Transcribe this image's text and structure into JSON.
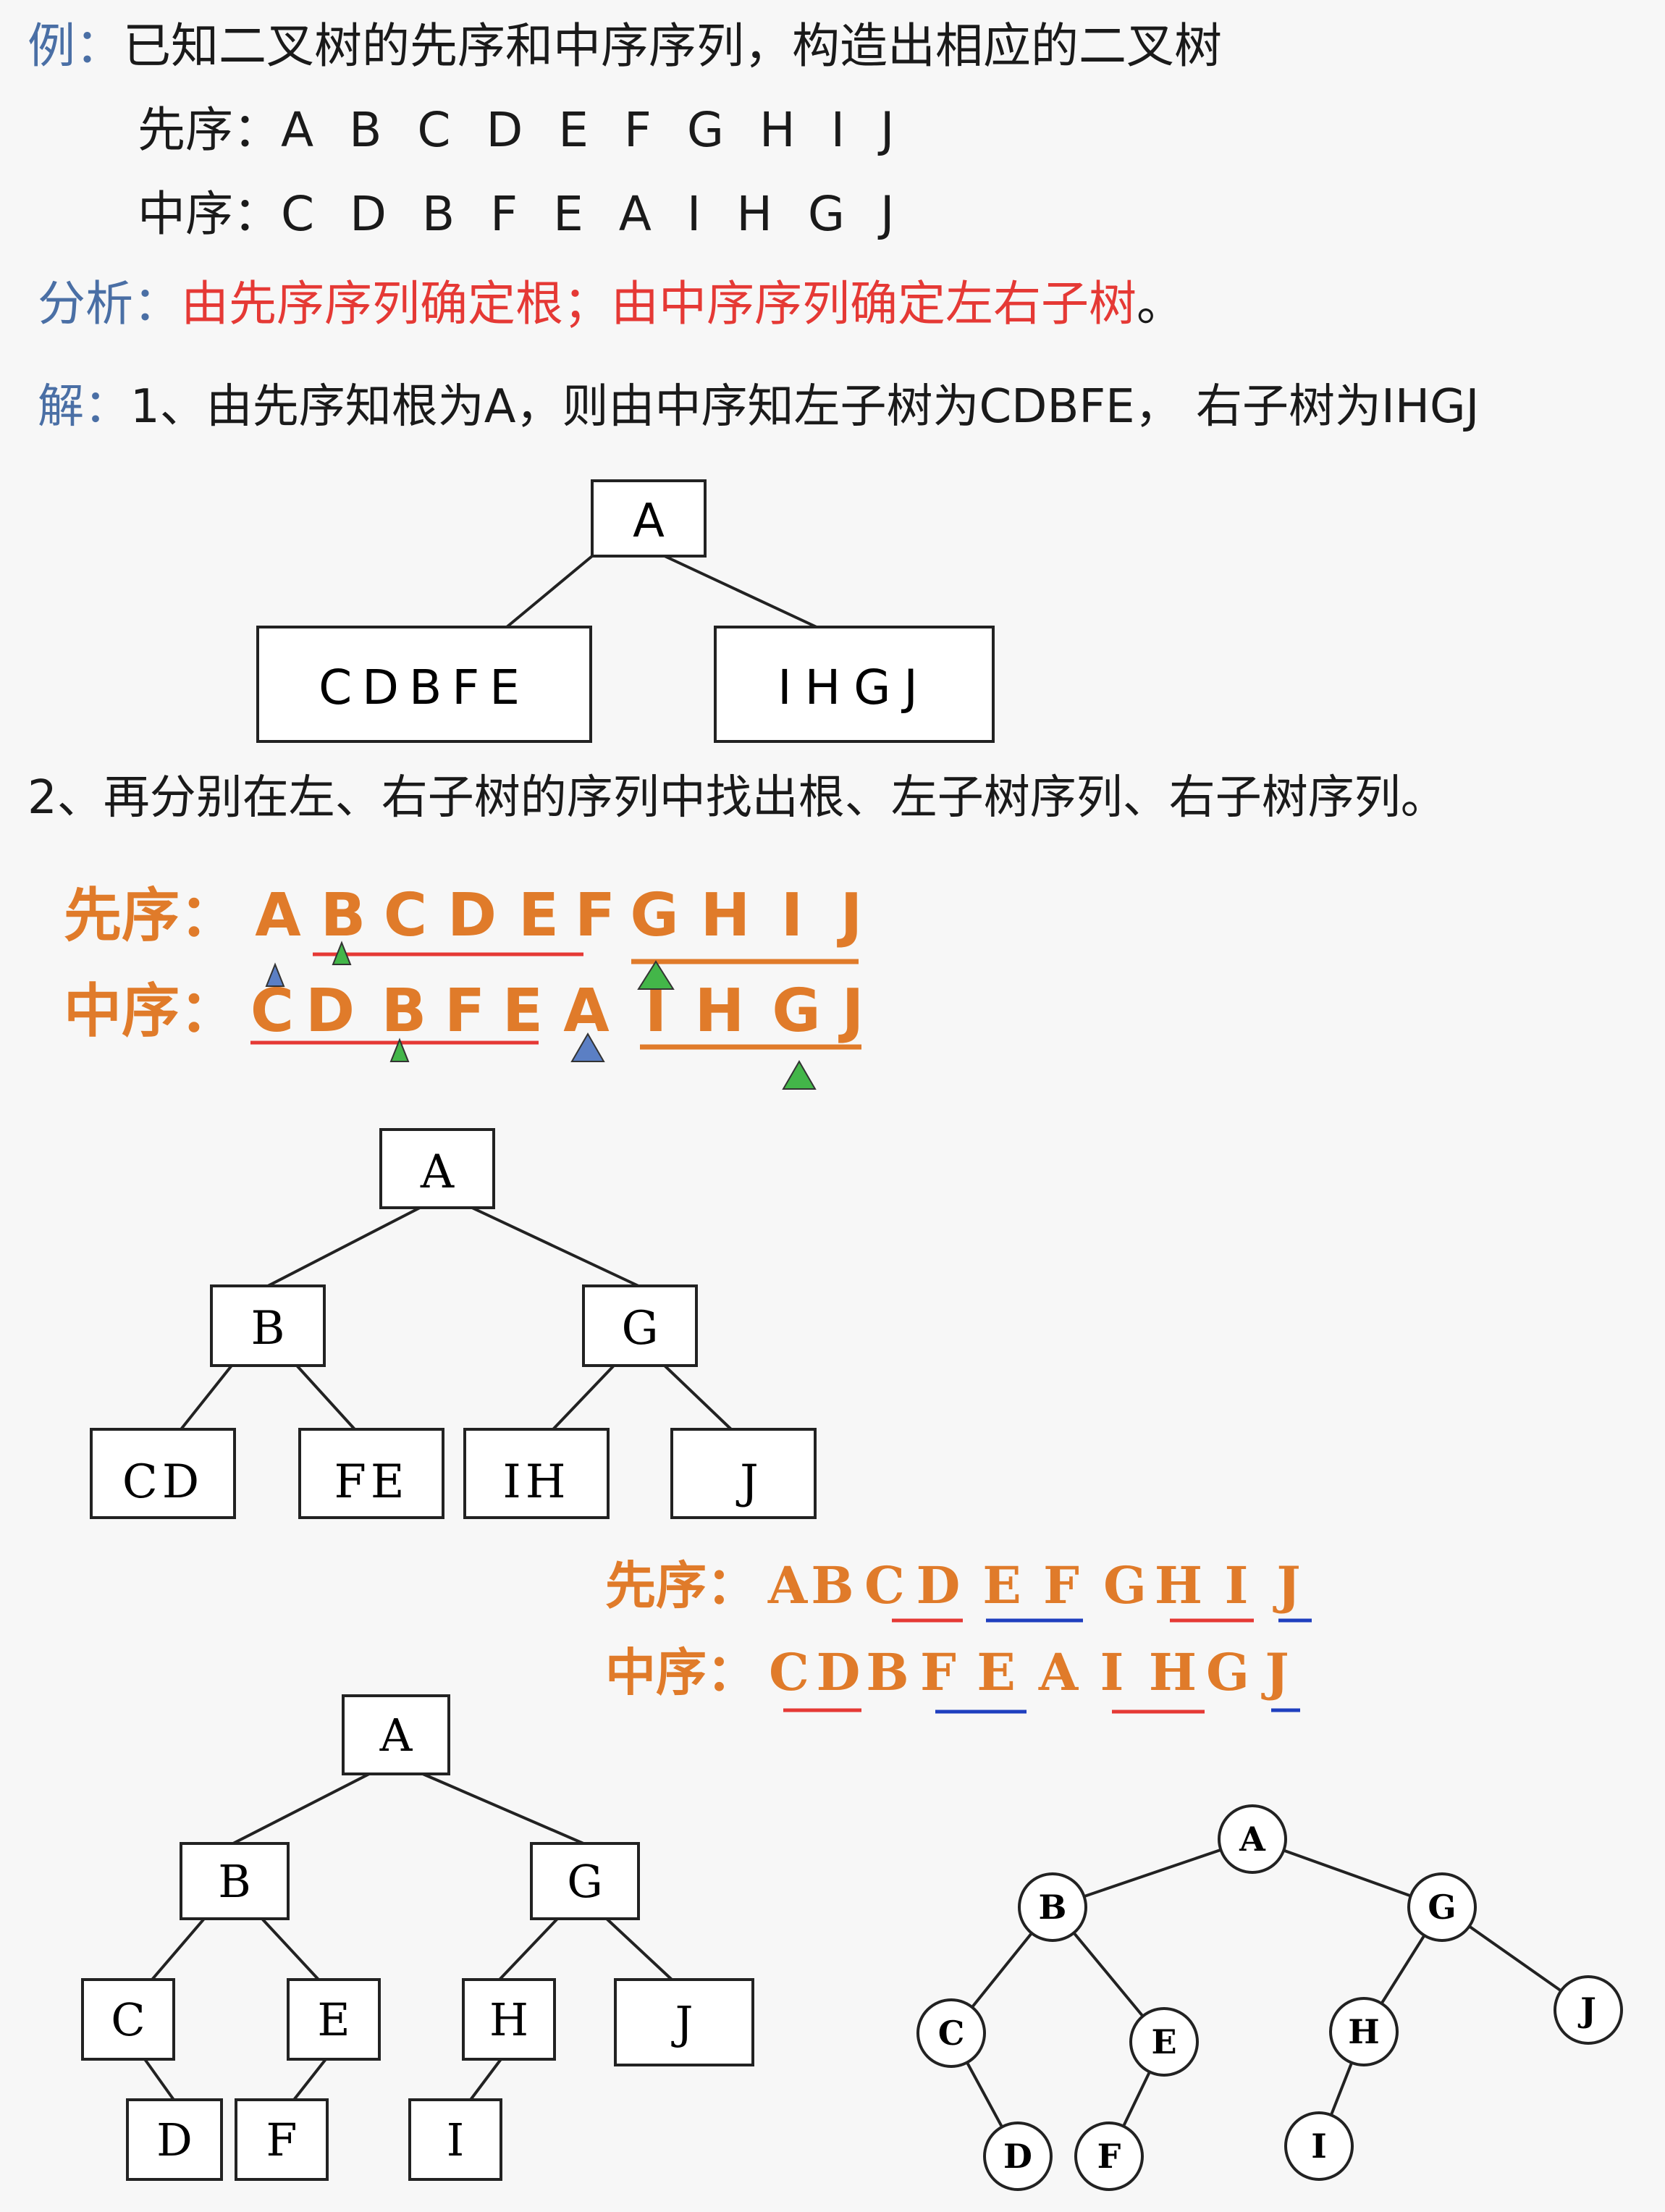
{
  "header": {
    "example_label": "例：",
    "example_text": "已知二叉树的先序和中序序列，构造出相应的二叉树",
    "preorder_label": "先序：",
    "preorder_seq": "A B C D E F G H I J",
    "inorder_label": "中序：",
    "inorder_seq": "C D B F E A I H G J"
  },
  "analysis": {
    "label": "分析：",
    "text": "由先序序列确定根；由中序序列确定左右子树",
    "end": "。"
  },
  "solution": {
    "label": "解：",
    "step1": "1、由先序知根为A，则由中序知左子树为CDBFE，  右子树为IHGJ",
    "step2": "2、再分别在左、右子树的序列中找出根、左子树序列、右子树序列。"
  },
  "tree1": {
    "root": "A",
    "left": "CDBFE",
    "right": "IHGJ"
  },
  "orange_block1": {
    "pre_label": "先序：",
    "pre_letters": [
      "A",
      "B",
      "C",
      "D",
      "E",
      "F",
      "G",
      "H",
      "I",
      "J"
    ],
    "in_label": "中序：",
    "in_letters": [
      "C",
      "D",
      "B",
      "F",
      "E",
      "A",
      "I",
      "H",
      "G",
      "J"
    ]
  },
  "tree2": {
    "root": "A",
    "l": "B",
    "r": "G",
    "ll": "CD",
    "lr": "FE",
    "rl": "IH",
    "rr": "J"
  },
  "orange_block2": {
    "pre_label": "先序：",
    "pre_letters": [
      "A",
      "B",
      "C",
      "D",
      "E",
      "F",
      "G",
      "H",
      "I",
      "J"
    ],
    "in_label": "中序：",
    "in_letters": [
      "C",
      "D",
      "B",
      "F",
      "E",
      "A",
      "I",
      "H",
      "G",
      "J"
    ]
  },
  "tree3": {
    "nodes": {
      "A": "A",
      "B": "B",
      "G": "G",
      "C": "C",
      "E": "E",
      "H": "H",
      "J": "J",
      "D": "D",
      "F": "F",
      "I": "I"
    }
  },
  "tree4": {
    "nodes": {
      "A": "A",
      "B": "B",
      "G": "G",
      "C": "C",
      "E": "E",
      "H": "H",
      "J": "J",
      "D": "D",
      "F": "F",
      "I": "I"
    }
  },
  "colors": {
    "accent_blue": "#4a6fa5",
    "red": "#e53935",
    "orange": "#e07b2a",
    "marker_green": "#43b649",
    "marker_blue": "#5b7fc4",
    "underline_blue": "#1f3fbf"
  }
}
